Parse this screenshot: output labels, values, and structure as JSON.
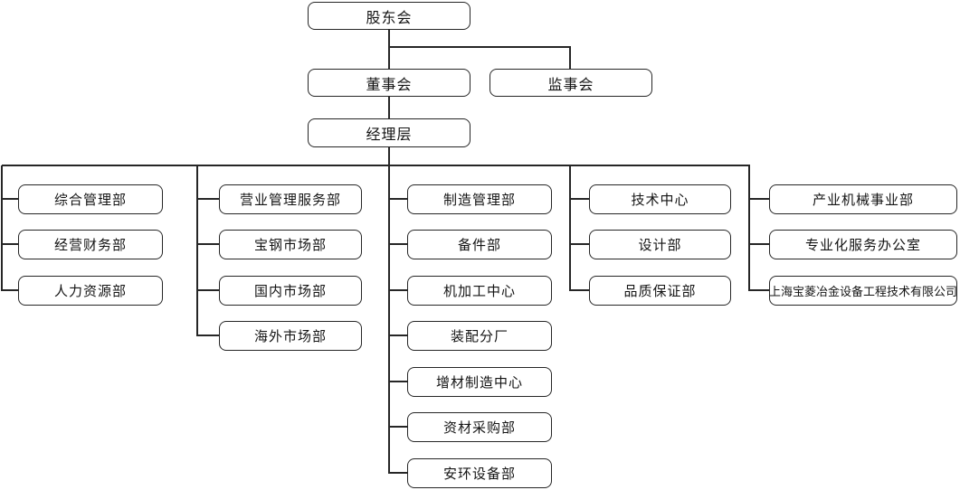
{
  "org_chart": {
    "nodes": {
      "shareholders": "股东会",
      "board": "董事会",
      "supervisory": "监事会",
      "management": "经理层"
    },
    "departments": {
      "col1": [
        "综合管理部",
        "经营财务部",
        "人力资源部"
      ],
      "col2": [
        "营业管理服务部",
        "宝钢市场部",
        "国内市场部",
        "海外市场部"
      ],
      "col3": [
        "制造管理部",
        "备件部",
        "机加工中心",
        "装配分厂",
        "增材制造中心",
        "资材采购部",
        "安环设备部"
      ],
      "col4": [
        "技术中心",
        "设计部",
        "品质保证部"
      ],
      "col5": [
        "产业机械事业部",
        "专业化服务办公室",
        "上海宝菱冶金设备工程技术有限公司"
      ]
    },
    "colors": {
      "line": "#262626",
      "box_border": "#262626",
      "box_fill": "#ffffff",
      "text": "#141414",
      "background": "#ffffff"
    }
  }
}
